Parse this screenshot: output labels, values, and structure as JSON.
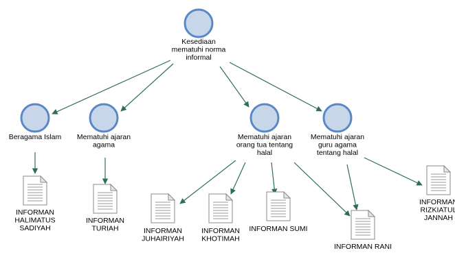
{
  "diagram": {
    "root": {
      "id": "root",
      "label": [
        "Kesediaan",
        "mematuhi norma",
        "informal"
      ]
    },
    "categories": [
      {
        "id": "islam",
        "label": [
          "Beragama Islam"
        ]
      },
      {
        "id": "agama",
        "label": [
          "Mematuhi ajaran",
          "agama"
        ]
      },
      {
        "id": "ortu",
        "label": [
          "Mematuhi ajaran",
          "orang tua tentang",
          "halal"
        ]
      },
      {
        "id": "guru",
        "label": [
          "Mematuhi ajaran",
          "guru agama",
          "tentang halal"
        ]
      }
    ],
    "documents": [
      {
        "id": "halimatus",
        "parent": "islam",
        "label": [
          "INFORMAN",
          "HALIMATUS",
          "SADIYAH"
        ]
      },
      {
        "id": "turiah",
        "parent": "agama",
        "label": [
          "INFORMAN",
          "TURIAH"
        ]
      },
      {
        "id": "juhairiyah",
        "parent": "ortu",
        "label": [
          "INFORMAN",
          "JUHAIRIYAH"
        ]
      },
      {
        "id": "khotimah",
        "parent": "ortu",
        "label": [
          "INFORMAN",
          "KHOTIMAH"
        ]
      },
      {
        "id": "sumi",
        "parent": "ortu",
        "label": [
          "INFORMAN SUMI"
        ]
      },
      {
        "id": "rani",
        "parent": "ortu",
        "label": [
          "INFORMAN RANI"
        ]
      },
      {
        "id": "rizkiatul",
        "parent": "guru",
        "label": [
          "INFORMAN",
          "RIZKIATUL",
          "JANNAH"
        ]
      }
    ],
    "colors": {
      "circle_fill": "#c8d6ea",
      "circle_stroke": "#5b87c4",
      "edge": "#2f6e56",
      "background": "#ffffff"
    }
  }
}
